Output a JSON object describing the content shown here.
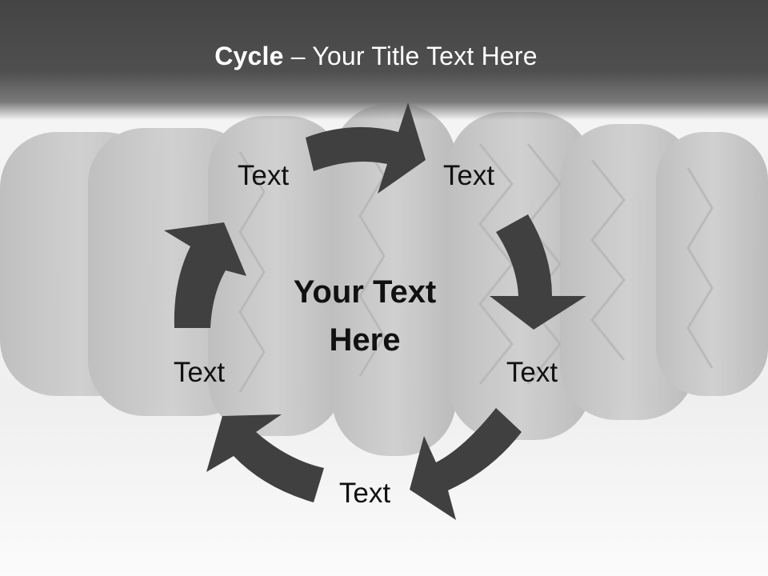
{
  "title": {
    "bold": "Cycle",
    "rest": " – Your Title Text Here"
  },
  "center": {
    "line1": "Your Text",
    "line2": "Here"
  },
  "labels": [
    "Text",
    "Text",
    "Text",
    "Text",
    "Text"
  ],
  "colors": {
    "arrow": "#404040",
    "title_bar": "#4a4a4a",
    "title_text": "#ffffff",
    "tire": "#c9c9c9"
  },
  "icons": [
    "tire-background",
    "cycle-arrow"
  ]
}
